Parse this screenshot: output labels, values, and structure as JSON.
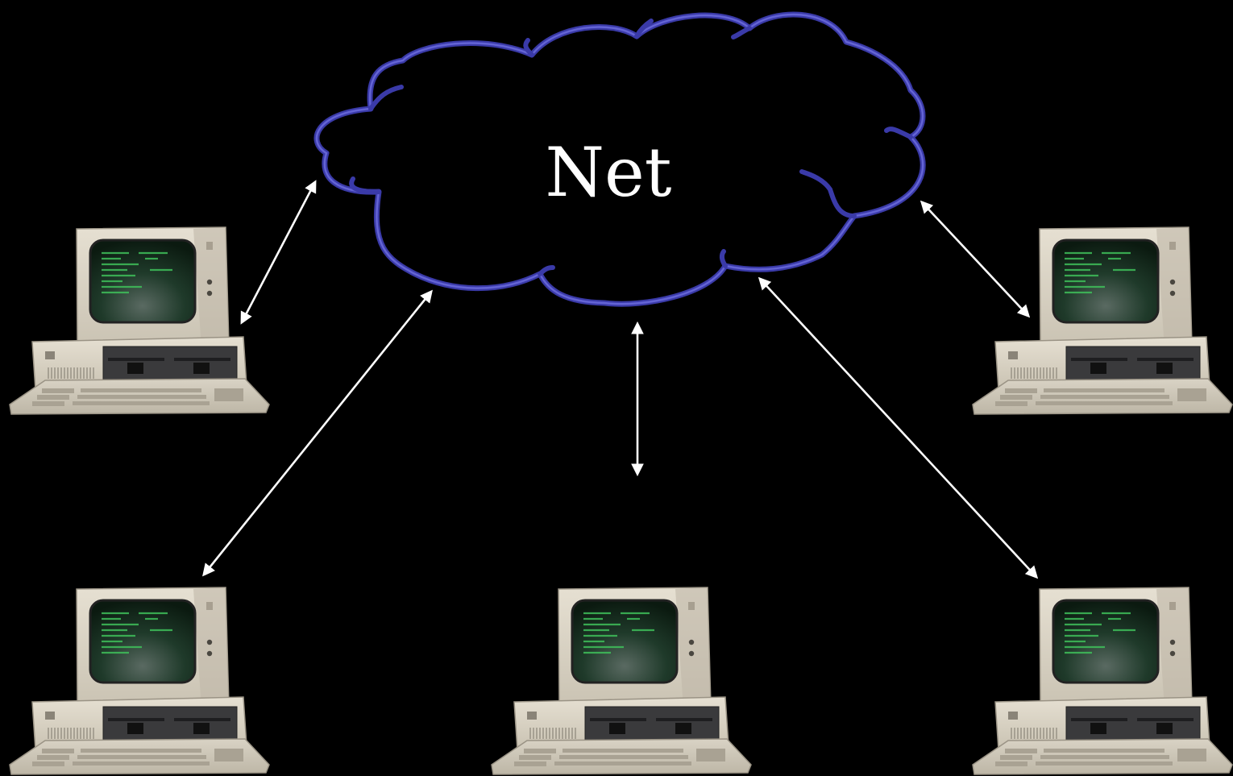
{
  "cloud": {
    "label": "Net",
    "outline_color": "#3a3aa8",
    "outline_highlight": "#6f6fe0",
    "fill": "#000000"
  },
  "computers": [
    {
      "id": "pc-left-upper"
    },
    {
      "id": "pc-right-upper"
    },
    {
      "id": "pc-left-lower"
    },
    {
      "id": "pc-center-lower"
    },
    {
      "id": "pc-right-lower"
    }
  ],
  "links": [
    {
      "from": "cloud",
      "to": "pc-left-upper"
    },
    {
      "from": "cloud",
      "to": "pc-right-upper"
    },
    {
      "from": "cloud",
      "to": "pc-left-lower"
    },
    {
      "from": "cloud",
      "to": "pc-center-lower"
    },
    {
      "from": "cloud",
      "to": "pc-right-lower"
    }
  ],
  "colors": {
    "background": "#000000",
    "arrow": "#ffffff",
    "monitor_case": "#d8d2c4",
    "screen": "#10281a",
    "screen_text": "#3fbf5a",
    "drive_panel": "#3a3a3c"
  }
}
